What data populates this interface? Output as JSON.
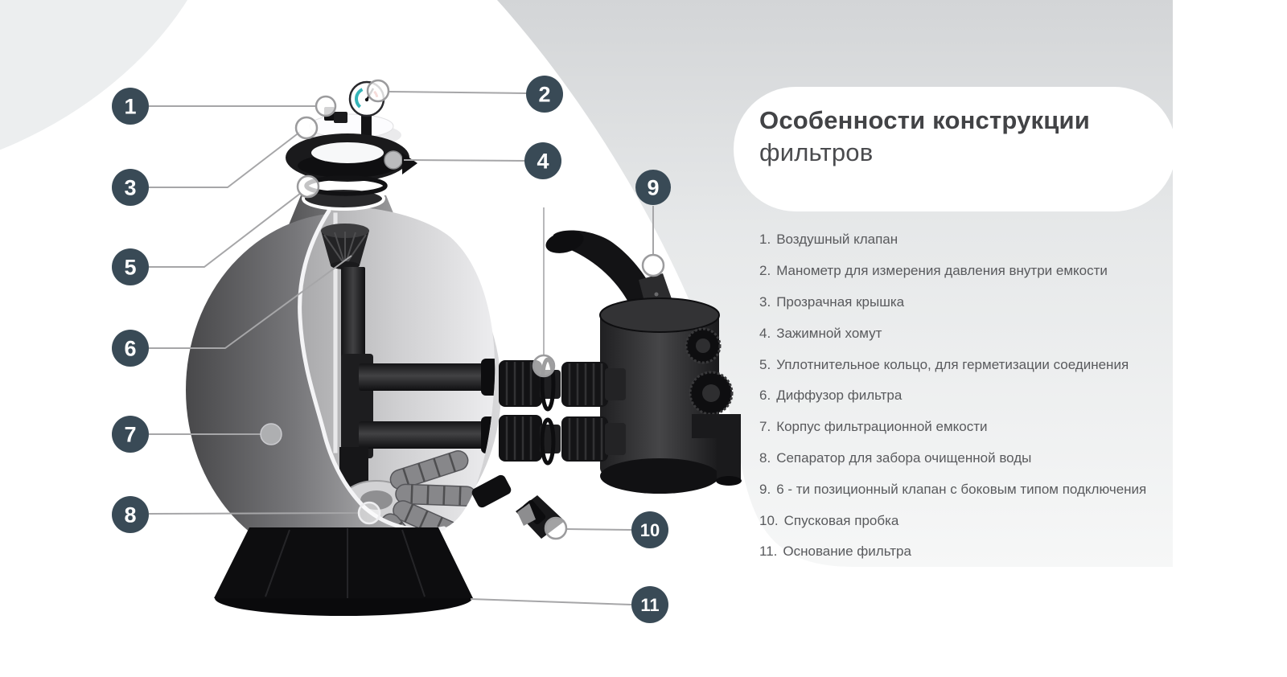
{
  "panel": {
    "title_line1": "Особенности конструкции",
    "title_line2": "фильтров",
    "legend": [
      {
        "num": "1.",
        "label": "Воздушный клапан"
      },
      {
        "num": "2.",
        "label": "Манометр для измерения давления внутри емкости"
      },
      {
        "num": "3.",
        "label": "Прозрачная крышка"
      },
      {
        "num": "4.",
        "label": "Зажимной хомут"
      },
      {
        "num": "5.",
        "label": "Уплотнительное кольцо, для герметизации соединения"
      },
      {
        "num": "6.",
        "label": "Диффузор фильтра"
      },
      {
        "num": "7.",
        "label": "Корпус фильтрационной емкости"
      },
      {
        "num": "8.",
        "label": "Сепаратор для забора очищенной воды"
      },
      {
        "num": "9.",
        "label": "6 - ти позиционный клапан с боковым типом подключения"
      },
      {
        "num": "10.",
        "label": "Спусковая пробка"
      },
      {
        "num": "11.",
        "label": "Основание фильтра"
      }
    ]
  },
  "callouts": [
    {
      "number": "1"
    },
    {
      "number": "2"
    },
    {
      "number": "3"
    },
    {
      "number": "4"
    },
    {
      "number": "5"
    },
    {
      "number": "6"
    },
    {
      "number": "7"
    },
    {
      "number": "8"
    },
    {
      "number": "9"
    },
    {
      "number": "10"
    },
    {
      "number": "11"
    }
  ],
  "diagram": {
    "parts": [
      "air-valve",
      "pressure-gauge",
      "transparent-lid",
      "clamp-ring",
      "sealing-o-ring",
      "filter-diffuser",
      "filter-tank-body",
      "water-separator-laterals",
      "six-position-side-valve",
      "drain-plug",
      "filter-base"
    ]
  },
  "colors": {
    "badge": "#394a56",
    "callout_line": "#a6a6a8",
    "gauge_teal": "#35b4b8",
    "gauge_red": "#c84034",
    "panel_blob": "#dfe1e3",
    "card_bg": "#ffffff"
  }
}
